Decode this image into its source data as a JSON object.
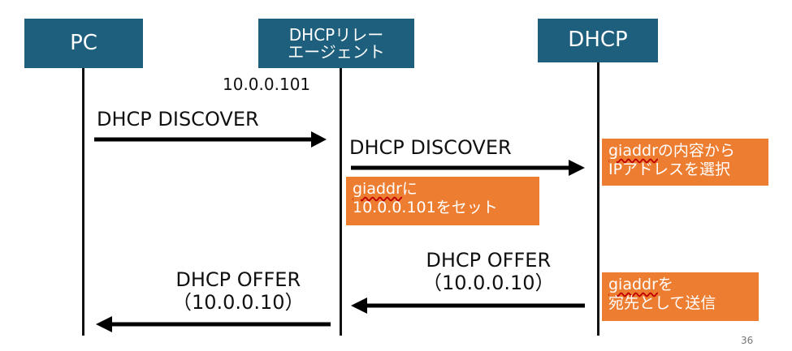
{
  "nodes": {
    "pc": "PC",
    "relay_line1": "DHCPリレー",
    "relay_line2": "エージェント",
    "server": "DHCP"
  },
  "relay_address": "10.0.0.101",
  "messages": {
    "discover_1": "DHCP DISCOVER",
    "discover_2": "DHCP DISCOVER",
    "offer_1_line1": "DHCP OFFER",
    "offer_1_line2": "（10.0.0.10）",
    "offer_2_line1": "DHCP OFFER",
    "offer_2_line2": "（10.0.0.10）"
  },
  "notes": {
    "relay_set_line1_term": "giaddr",
    "relay_set_line1_rest": "に",
    "relay_set_line2": "10.0.0.101をセット",
    "server_select_line1_term": "giaddr",
    "server_select_line1_rest": "の内容から",
    "server_select_line2": "IPアドレスを選択",
    "server_dest_line1_term": "giaddr",
    "server_dest_line1_rest": "を",
    "server_dest_line2": "宛先として送信"
  },
  "page_number": "36",
  "colors": {
    "node_fill": "#1d5f7c",
    "note_fill": "#ed7d31",
    "arrow": "#000000"
  }
}
